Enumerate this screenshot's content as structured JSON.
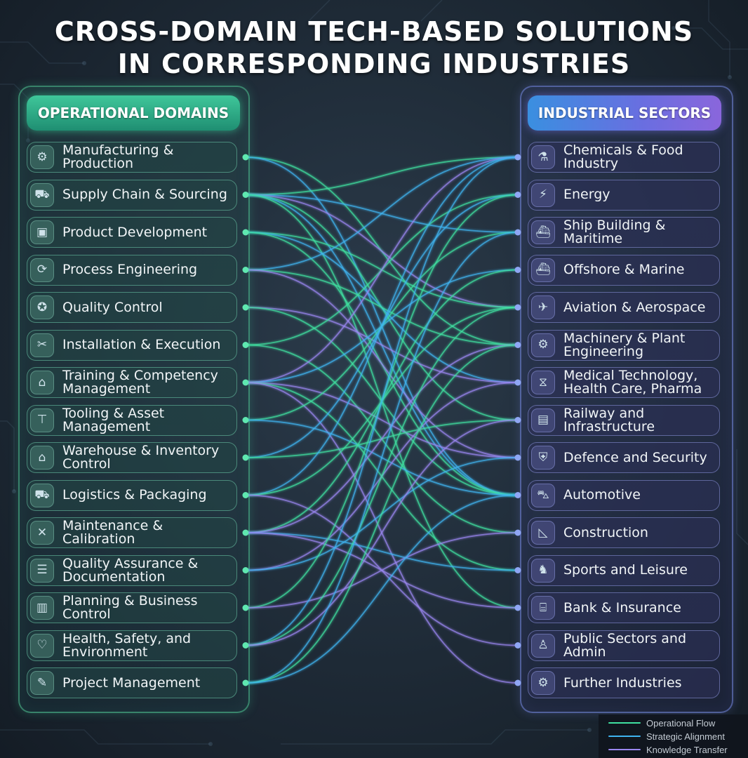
{
  "title": {
    "line1": "CROSS-DOMAIN TECH-BASED SOLUTIONS",
    "line2": "IN CORRESPONDING INDUSTRIES"
  },
  "left_panel": {
    "header": "OPERATIONAL DOMAINS",
    "items": [
      {
        "label": "Manufacturing &\nProduction",
        "icon": "gears-icon"
      },
      {
        "label": "Supply Chain & Sourcing",
        "icon": "truck-icon"
      },
      {
        "label": "Product Development",
        "icon": "box-icon"
      },
      {
        "label": "Process Engineering",
        "icon": "gear-cycle-icon"
      },
      {
        "label": "Quality Control",
        "icon": "badge-icon"
      },
      {
        "label": "Installation & Execution",
        "icon": "tools-icon"
      },
      {
        "label": "Training & Competency\nManagement",
        "icon": "graduation-cap-icon"
      },
      {
        "label": "Tooling & Asset\nManagement",
        "icon": "clamp-icon"
      },
      {
        "label": "Warehouse & Inventory\nControl",
        "icon": "warehouse-icon"
      },
      {
        "label": "Logistics & Packaging",
        "icon": "delivery-truck-icon"
      },
      {
        "label": "Maintenance & Calibration",
        "icon": "wrench-screwdriver-icon"
      },
      {
        "label": "Quality Assurance &\nDocumentation",
        "icon": "document-icon"
      },
      {
        "label": "Planning & Business\nControl",
        "icon": "bar-chart-icon"
      },
      {
        "label": "Health, Safety, and\nEnvironment",
        "icon": "hands-safety-icon"
      },
      {
        "label": "Project Management",
        "icon": "clipboard-icon"
      }
    ]
  },
  "right_panel": {
    "header": "INDUSTRIAL SECTORS",
    "items": [
      {
        "label": "Chemicals & Food\nIndustry",
        "icon": "flask-icon"
      },
      {
        "label": "Energy",
        "icon": "lightning-icon"
      },
      {
        "label": "Ship Building &\nMaritime",
        "icon": "ship-icon"
      },
      {
        "label": "Offshore & Marine",
        "icon": "offshore-ship-icon"
      },
      {
        "label": "Aviation & Aerospace",
        "icon": "airplane-icon"
      },
      {
        "label": "Machinery & Plant\nEngineering",
        "icon": "machinery-icon"
      },
      {
        "label": "Medical Technology,\nHealth Care, Pharma",
        "icon": "dna-icon"
      },
      {
        "label": "Railway and\nInfrastructure",
        "icon": "train-icon"
      },
      {
        "label": "Defence and Security",
        "icon": "shield-icon"
      },
      {
        "label": "Automotive",
        "icon": "car-icon"
      },
      {
        "label": "Construction",
        "icon": "set-square-icon"
      },
      {
        "label": "Sports and Leisure",
        "icon": "runner-icon"
      },
      {
        "label": "Bank & Insurance",
        "icon": "bank-icon"
      },
      {
        "label": "Public Sectors and Admin",
        "icon": "people-icon"
      },
      {
        "label": "Further Industries",
        "icon": "gears-icon"
      }
    ]
  },
  "legend": [
    {
      "label": "Operational Flow",
      "color": "#3fe0a0"
    },
    {
      "label": "Strategic Alignment",
      "color": "#3fb4f0"
    },
    {
      "label": "Knowledge Transfer",
      "color": "#9a86f0"
    }
  ],
  "connections": [
    {
      "from": 0,
      "to": 5,
      "type": 0
    },
    {
      "from": 0,
      "to": 9,
      "type": 1
    },
    {
      "from": 1,
      "to": 0,
      "type": 0
    },
    {
      "from": 1,
      "to": 1,
      "type": 1
    },
    {
      "from": 1,
      "to": 2,
      "type": 1
    },
    {
      "from": 1,
      "to": 4,
      "type": 2
    },
    {
      "from": 1,
      "to": 7,
      "type": 0
    },
    {
      "from": 1,
      "to": 9,
      "type": 1
    },
    {
      "from": 1,
      "to": 12,
      "type": 0
    },
    {
      "from": 2,
      "to": 2,
      "type": 2
    },
    {
      "from": 2,
      "to": 4,
      "type": 0
    },
    {
      "from": 2,
      "to": 6,
      "type": 1
    },
    {
      "from": 2,
      "to": 9,
      "type": 0
    },
    {
      "from": 3,
      "to": 0,
      "type": 1
    },
    {
      "from": 3,
      "to": 5,
      "type": 0
    },
    {
      "from": 3,
      "to": 8,
      "type": 2
    },
    {
      "from": 4,
      "to": 4,
      "type": 1
    },
    {
      "from": 4,
      "to": 6,
      "type": 2
    },
    {
      "from": 4,
      "to": 9,
      "type": 0
    },
    {
      "from": 5,
      "to": 1,
      "type": 0
    },
    {
      "from": 5,
      "to": 5,
      "type": 1
    },
    {
      "from": 5,
      "to": 10,
      "type": 0
    },
    {
      "from": 6,
      "to": 0,
      "type": 2
    },
    {
      "from": 6,
      "to": 3,
      "type": 1
    },
    {
      "from": 6,
      "to": 6,
      "type": 1
    },
    {
      "from": 6,
      "to": 8,
      "type": 2
    },
    {
      "from": 6,
      "to": 11,
      "type": 0
    },
    {
      "from": 6,
      "to": 14,
      "type": 2
    },
    {
      "from": 7,
      "to": 2,
      "type": 0
    },
    {
      "from": 7,
      "to": 9,
      "type": 1
    },
    {
      "from": 8,
      "to": 1,
      "type": 1
    },
    {
      "from": 8,
      "to": 7,
      "type": 0
    },
    {
      "from": 9,
      "to": 0,
      "type": 1
    },
    {
      "from": 9,
      "to": 4,
      "type": 0
    },
    {
      "from": 9,
      "to": 9,
      "type": 1
    },
    {
      "from": 9,
      "to": 13,
      "type": 2
    },
    {
      "from": 10,
      "to": 3,
      "type": 0
    },
    {
      "from": 10,
      "to": 5,
      "type": 2
    },
    {
      "from": 10,
      "to": 11,
      "type": 1
    },
    {
      "from": 10,
      "to": 12,
      "type": 2
    },
    {
      "from": 11,
      "to": 6,
      "type": 2
    },
    {
      "from": 11,
      "to": 8,
      "type": 1
    },
    {
      "from": 12,
      "to": 1,
      "type": 0
    },
    {
      "from": 12,
      "to": 10,
      "type": 2
    },
    {
      "from": 13,
      "to": 0,
      "type": 1
    },
    {
      "from": 13,
      "to": 4,
      "type": 0
    },
    {
      "from": 13,
      "to": 7,
      "type": 2
    },
    {
      "from": 13,
      "to": 13,
      "type": 1
    },
    {
      "from": 14,
      "to": 2,
      "type": 1
    },
    {
      "from": 14,
      "to": 5,
      "type": 0
    },
    {
      "from": 14,
      "to": 9,
      "type": 1
    },
    {
      "from": 14,
      "to": 14,
      "type": 2
    }
  ]
}
